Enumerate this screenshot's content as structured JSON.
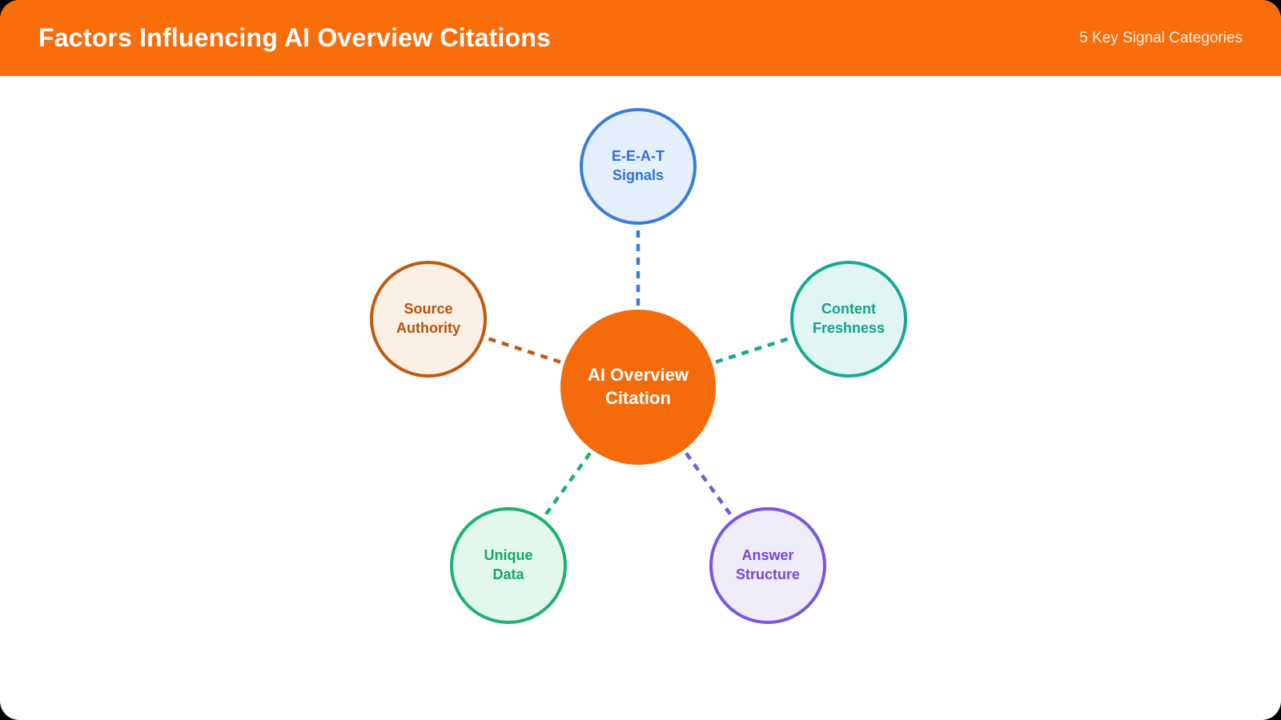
{
  "header": {
    "title": "Factors Influencing AI Overview Citations",
    "badge": "5 Key Signal Categories",
    "bg_color": "#F96D0B",
    "title_color": "#FFFFFF",
    "badge_color": "#FFEFE2"
  },
  "diagram": {
    "type": "radial-hub-and-spokes",
    "center": {
      "lines": [
        "AI Overview",
        "Citation"
      ],
      "fill": "#F46B0C",
      "text_color": "#FFFFFF"
    },
    "nodes": [
      {
        "id": "eeat-signals",
        "lines": [
          "E-E-A-T",
          "Signals"
        ],
        "fill": "#E4EFFC",
        "border": "#3C7CD9",
        "text_color": "#3470CF",
        "position": "top",
        "connects_to": "center"
      },
      {
        "id": "content-freshness",
        "lines": [
          "Content",
          "Freshness"
        ],
        "fill": "#E1F6F2",
        "border": "#16A894",
        "text_color": "#12A18C",
        "position": "right",
        "connects_to": "center"
      },
      {
        "id": "answer-structure",
        "lines": [
          "Answer",
          "Structure"
        ],
        "fill": "#F0EDFB",
        "border": "#7B56DF",
        "text_color": "#7247D8",
        "position": "bottom-right",
        "connects_to": "center"
      },
      {
        "id": "unique-data",
        "lines": [
          "Unique",
          "Data"
        ],
        "fill": "#E3F8EC",
        "border": "#1FB072",
        "text_color": "#17A563",
        "position": "bottom-left",
        "connects_to": "center"
      },
      {
        "id": "source-authority",
        "lines": [
          "Source",
          "Authority"
        ],
        "fill": "#FCEFE3",
        "border": "#BD5B13",
        "text_color": "#B25411",
        "position": "left",
        "connects_to": "center"
      }
    ]
  },
  "canvas": {
    "card_bg": "#FFFFFF",
    "outer_bg": "#000000"
  }
}
